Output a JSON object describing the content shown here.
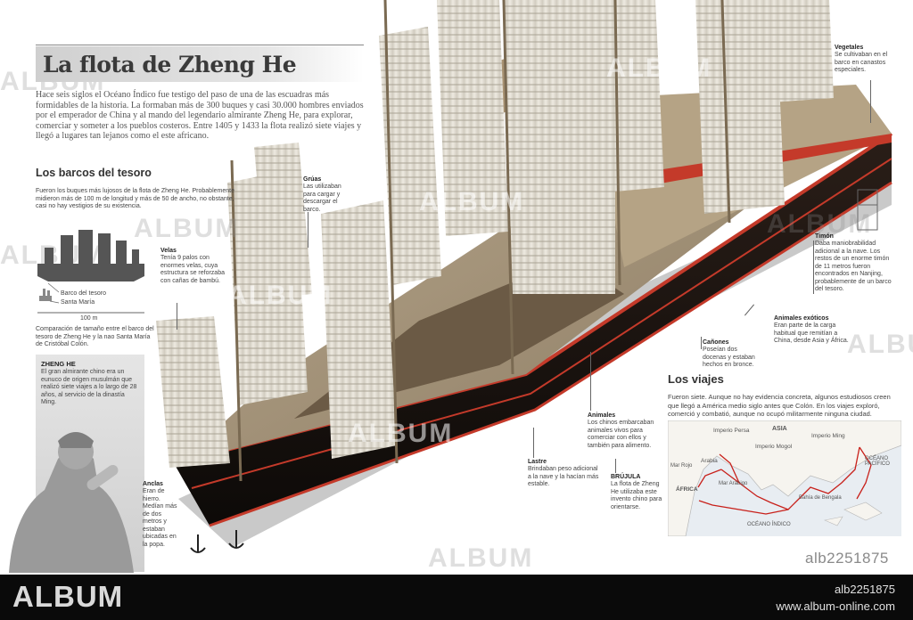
{
  "title": "La flota de Zheng He",
  "intro": "Hace seis siglos el Océano Índico fue testigo del paso de una de las escuadras más formidables de la historia. La formaban más de 300 buques y casi 30.000 hombres enviados por el emperador de China y al mando del legendario almirante Zheng He, para explorar, comerciar y someter a los pueblos costeros. Entre 1405 y 1433 la flota realizó siete viajes y llegó a lugares tan lejanos como el este africano.",
  "treasure": {
    "heading": "Los barcos del tesoro",
    "text": "Fueron los buques más lujosos de la flota de Zheng He. Probablemente midieron más de 100 m de longitud y más de 50 de ancho, no obstante, casi no hay vestigios de su existencia.",
    "label_treasure": "Barco del tesoro",
    "label_santa": "Santa María",
    "scale": "100 m",
    "caption": "Comparación de tamaño entre el barco del tesoro de Zheng He y la nao Santa María de Cristóbal Colón."
  },
  "zheng": {
    "name": "ZHENG HE",
    "text": "El gran almirante chino era un eunuco de origen musulmán que realizó siete viajes a lo largo de 28 años, al servicio de la dinastía Ming."
  },
  "callouts": {
    "velas_t": "Velas",
    "velas_b": "Tenía 9 palos con enormes velas, cuya estructura se reforzaba con cañas de bambú.",
    "gruas_t": "Grúas",
    "gruas_b": "Las utilizaban para cargar y descargar el barco.",
    "vegetales_t": "Vegetales",
    "vegetales_b": "Se cultivaban en el barco en canastos especiales.",
    "timon_t": "Timón",
    "timon_b": "Daba maniobrabilidad adicional a la nave. Los restos de un enorme timón de 11 metros fueron encontrados en Nanjing, probablemente de un barco del tesoro.",
    "exoticos_t": "Animales exóticos",
    "exoticos_b": "Eran parte de la carga habitual que remitían a China, desde Asia y África.",
    "canones_t": "Cañones",
    "canones_b": "Poseían dos docenas y estaban hechos en bronce.",
    "animales_t": "Animales",
    "animales_b": "Los chinos embarcaban animales vivos para comerciar con ellos y también para alimento.",
    "lastre_t": "Lastre",
    "lastre_b": "Brindaban peso adicional a la nave y la hacían más estable.",
    "brujula_t": "BRÚJULA",
    "brujula_b": "La flota de Zheng He utilizaba este invento chino para orientarse.",
    "anclas_t": "Anclas",
    "anclas_b": "Eran de hierro. Medían más de dos metros y estaban ubicadas en la popa."
  },
  "voyages": {
    "heading": "Los viajes",
    "text": "Fueron siete. Aunque no hay evidencia concreta, algunos estudiosos creen que llegó a América medio siglo antes que Colón. En los viajes exploró, comerció y combatió, aunque no ocupó militarmente ninguna ciudad.",
    "map": [
      "Imperio Persa",
      "ASIA",
      "Imperio Ming",
      "Imperio Mogol",
      "Arabia",
      "Mar Rojo",
      "ÁFRICA",
      "Mar Arábigo",
      "Bahía de Bengala",
      "OCÉANO PACÍFICO",
      "OCÉANO ÍNDICO"
    ]
  },
  "watermark": "ALBUM",
  "footer": {
    "logo": "ALBUM",
    "id": "alb2251875",
    "url": "www.album-online.com",
    "stamp": "alb2251875"
  },
  "colors": {
    "hull": "#1a1410",
    "accent": "#c43a2a",
    "sail": "#e4e0d6",
    "route": "#c8201a"
  }
}
